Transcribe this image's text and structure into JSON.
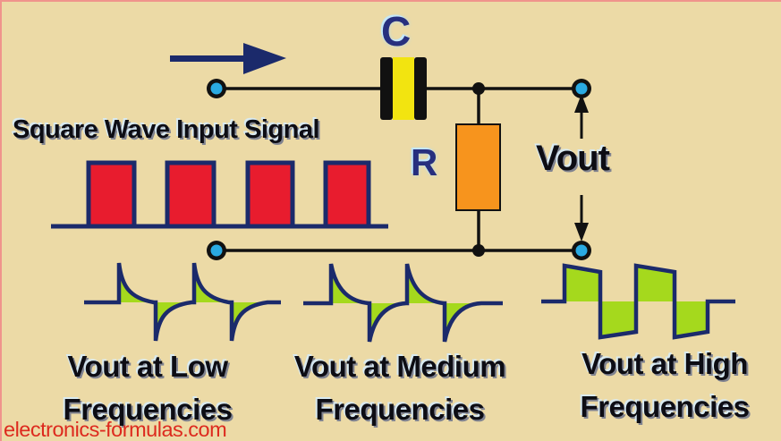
{
  "page": {
    "background_color": "#ecdaa6",
    "edge_tint_color": "#f0948c"
  },
  "watermark": {
    "text": "electronics-formulas.com",
    "color": "#dd2a1e"
  },
  "input": {
    "label": "Square Wave Input Signal",
    "waveform_type": "square",
    "pulse_count": 4,
    "pulse_fill_color": "#e81c2e",
    "trace_color": "#1b2a6b"
  },
  "circuit": {
    "capacitor_label": "C",
    "resistor_label": "R",
    "vout_label": "Vout",
    "capacitor_fill_color": "#f2e410",
    "capacitor_plate_color": "#111111",
    "resistor_fill_color": "#f7941d",
    "terminal_color": "#2aaae2",
    "wire_color": "#111111",
    "flow_arrow_color": "#1b2a6b",
    "letter_color": "#272f7e"
  },
  "outputs": [
    {
      "id": "low",
      "line1": "Vout at Low",
      "line2": "Frequencies"
    },
    {
      "id": "medium",
      "line1": "Vout at Medium",
      "line2": "Frequencies"
    },
    {
      "id": "high",
      "line1": "Vout at High",
      "line2": "Frequencies"
    }
  ],
  "output_waveforms": {
    "trace_color": "#1b2a6b",
    "fill_color": "#a5d91d",
    "low": "sharp differentiated spikes",
    "medium": "decaying exponential spikes",
    "high": "near-square wave with slight tilt"
  }
}
